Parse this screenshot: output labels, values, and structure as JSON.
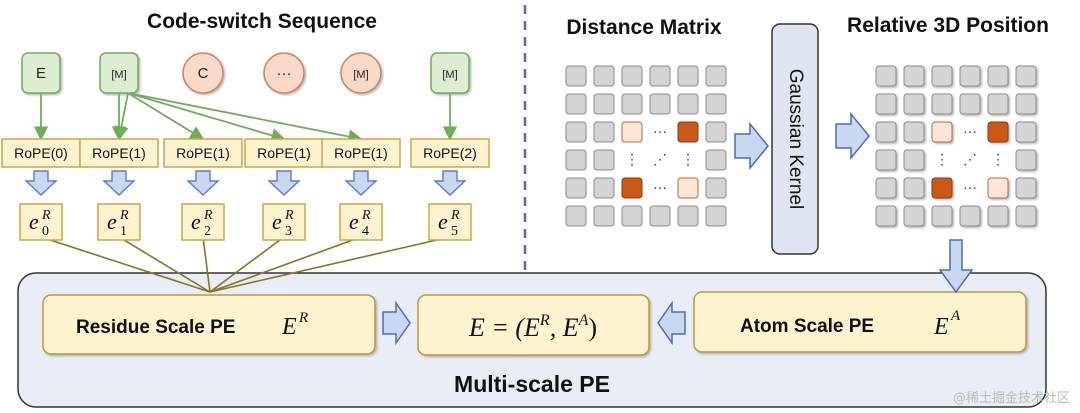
{
  "sections": {
    "code_switch_title": "Code-switch Sequence",
    "distance_matrix_title": "Distance Matrix",
    "relative_3d_title": "Relative 3D Position",
    "gaussian_kernel": "Gaussian Kernel",
    "multiscale_label": "Multi-scale PE"
  },
  "tokens": [
    {
      "label": "E",
      "shape": "square"
    },
    {
      "label": "[M]",
      "shape": "square"
    },
    {
      "label": "C",
      "shape": "circle"
    },
    {
      "label": "···",
      "shape": "circle"
    },
    {
      "label": "[M]",
      "shape": "circle"
    },
    {
      "label": "[M]",
      "shape": "square"
    }
  ],
  "rope": [
    "RoPE(0)",
    "RoPE(1)",
    "RoPE(1)",
    "RoPE(1)",
    "RoPE(1)",
    "RoPE(2)"
  ],
  "embeddings": [
    {
      "base": "e",
      "sup": "R",
      "sub": "0"
    },
    {
      "base": "e",
      "sup": "R",
      "sub": "1"
    },
    {
      "base": "e",
      "sup": "R",
      "sub": "2"
    },
    {
      "base": "e",
      "sup": "R",
      "sub": "3"
    },
    {
      "base": "e",
      "sup": "R",
      "sub": "4"
    },
    {
      "base": "e",
      "sup": "R",
      "sub": "5"
    }
  ],
  "residue_pe": {
    "label": "Residue Scale PE",
    "symbol": "E",
    "sup": "R"
  },
  "combined": {
    "text": "E = (E",
    "sup1": "R",
    "mid": ", E",
    "sup2": "A",
    "end": ")"
  },
  "atom_pe": {
    "label": "Atom Scale PE",
    "symbol": "E",
    "sup": "A"
  },
  "watermark": "@稀土掘金技术社区",
  "colors": {
    "green_fill": "#dcedd2",
    "green_stroke": "#6fae59",
    "salmon_fill": "#f9d9c8",
    "salmon_stroke": "#d27f62",
    "yellow_fill": "#fdf3cf",
    "yellow_stroke": "#c9a84a",
    "blue_arrow": "#c9d8ee",
    "blue_stroke": "#5a7fbf",
    "panel_fill": "#e9edf5",
    "dark_orange": "#c85a17",
    "light_orange": "#fde6d6"
  }
}
